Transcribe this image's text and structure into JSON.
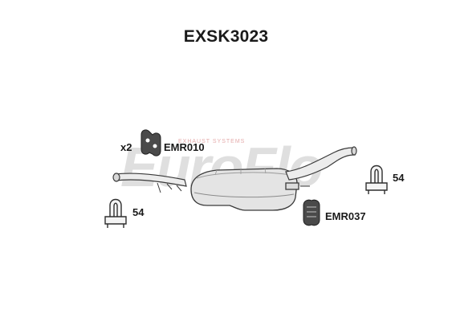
{
  "title": "EXSK3023",
  "watermark": {
    "logo_text": "EuroFlo",
    "tagline": "EXHAUST SYSTEMS"
  },
  "parts": {
    "rubber_mount_top": {
      "qty": "x2",
      "code": "EMR010"
    },
    "rubber_mount_bottom": {
      "code": "EMR037"
    },
    "clamp_left": {
      "code": "54"
    },
    "clamp_right": {
      "code": "54"
    }
  },
  "colors": {
    "watermark_red": "#e3a3a3",
    "watermark_grey": "#c4c4c4",
    "part_fill": "#eaeaea",
    "part_stroke": "#3a3a3a",
    "mount_dark": "#4a4a4a"
  }
}
